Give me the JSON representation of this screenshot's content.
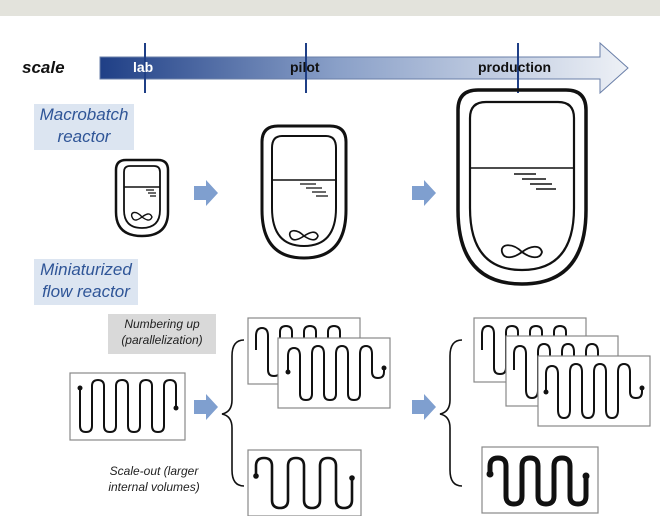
{
  "scale_bar": {
    "title": "scale",
    "stages": [
      "lab",
      "pilot",
      "production"
    ]
  },
  "rows": {
    "macrobatch_label": "Macrobatch reactor",
    "flow_label": "Miniaturized flow reactor"
  },
  "strategies": {
    "numbering_up": "Numbering up (parallelization)",
    "scale_out": "Scale-out (larger internal volumes)"
  },
  "colors": {
    "arrow_dark": "#1f3f86",
    "arrow_light": "#e7ebf3",
    "row_label_bg": "#dce5f1",
    "row_label_text": "#2f5597",
    "step_arrow": "#7f9fcf"
  }
}
